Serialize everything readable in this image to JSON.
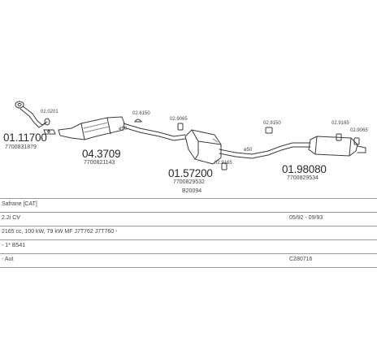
{
  "parts": {
    "p1": {
      "number": "01.11700",
      "oem": "7700831879"
    },
    "p2": {
      "number": "04.3709",
      "oem": "7700821143"
    },
    "p3": {
      "number": "01.57200",
      "oem": "7700829532",
      "extra": "B20094"
    },
    "p4": {
      "number": "01.98080",
      "oem": "7700829534"
    }
  },
  "accessories": {
    "a1": "02.0201",
    "a2": "02.6150",
    "a3": "02.9065",
    "a4": "02.9165",
    "a5": "02.9150",
    "a6": "02.9165",
    "a7": "02.9065"
  },
  "pipe_sizes": {
    "s1": "ø50",
    "s2": "ø50"
  },
  "info_rows": [
    {
      "left": "Safrane [CAT]",
      "right": ""
    },
    {
      "left": "2.2i CV",
      "right": "05/92 - 09/93"
    },
    {
      "left": "2165 cc, 100 kW, 79 kW MF J7T762 J7T760 -",
      "right": ""
    },
    {
      "left": "- 1* B541",
      "right": ""
    },
    {
      "left": "- Aut",
      "right": "C280716"
    }
  ]
}
